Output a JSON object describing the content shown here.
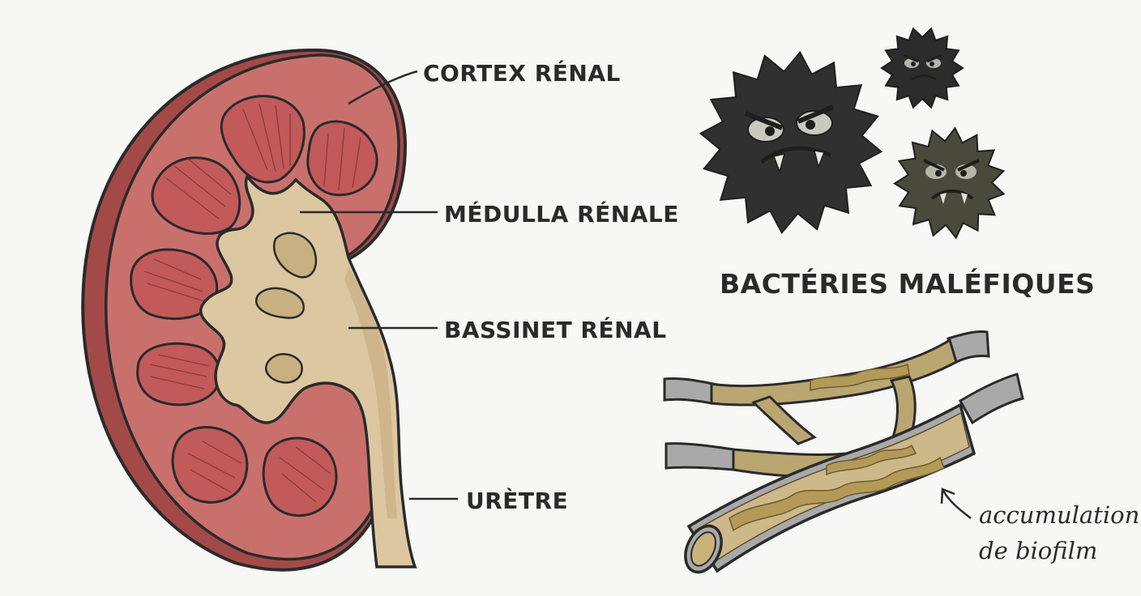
{
  "kidney": {
    "labels": {
      "cortex": "CORTEX RÉNAL",
      "medulla": "MÉDULLA RÉNALE",
      "pelvis": "BASSINET RÉNAL",
      "ureter": "URÈTRE"
    }
  },
  "bacteria": {
    "title": "BACTÉRIES MALÉFIQUES"
  },
  "biofilm": {
    "annotation_line1": "accumulation",
    "annotation_line2": "de biofilm"
  },
  "colors": {
    "cortex": "#c9706c",
    "pyramid": "#c25a5a",
    "pelvis": "#dcc7a1",
    "bacteria_dark": "#303030",
    "bacteria_olive": "#4a4a3c",
    "tube_gray": "#a9a9a9",
    "biofilm": "#b9a670"
  },
  "icons": {
    "bacteria": "spiky-germ-icon",
    "arrow": "curved-arrow-icon"
  }
}
